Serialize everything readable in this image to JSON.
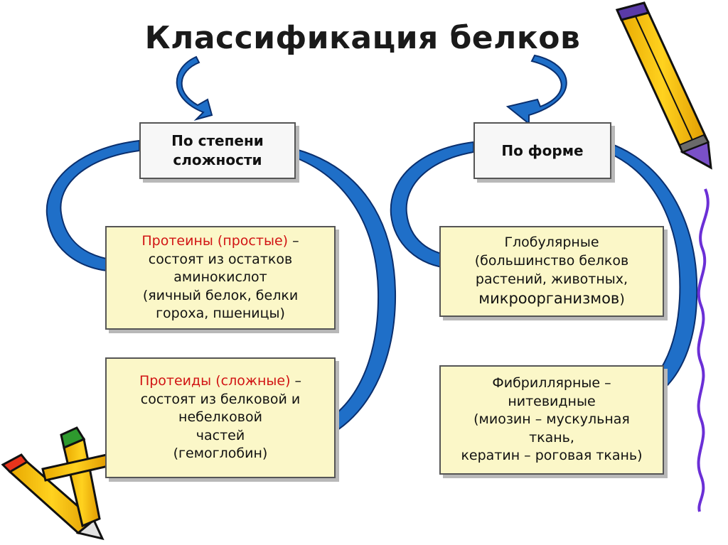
{
  "title": "Классификация белков",
  "categories": {
    "complexity": "По степени сложности",
    "shape": "По форме"
  },
  "boxes": {
    "proteins": {
      "highlight": "Протеины (простые)",
      "dash": " –",
      "lines": [
        "состоят из остатков",
        "аминокислот",
        "(яичный белок, белки",
        "гороха, пшеницы)"
      ]
    },
    "proteids": {
      "highlight": "Протеиды (сложные)",
      "dash": " –",
      "lines": [
        "состоят из белковой и",
        "небелковой",
        "частей",
        "(гемоглобин)"
      ]
    },
    "globular": {
      "lines": [
        "Глобулярные",
        "(большинство белков",
        "растений, животных,"
      ],
      "last_big": "микроорганизмов",
      "last_tail": ")"
    },
    "fibrillar": {
      "lines": [
        "Фибриллярные –",
        "нитевидные",
        "(миозин – мускульная",
        "ткань,",
        "кератин – роговая ткань)"
      ]
    }
  },
  "colors": {
    "arrow_fill": "#1f6fc8",
    "arrow_stroke": "#0a2f6e",
    "highlight": "#d11414",
    "info_bg": "#fbf7c8"
  }
}
